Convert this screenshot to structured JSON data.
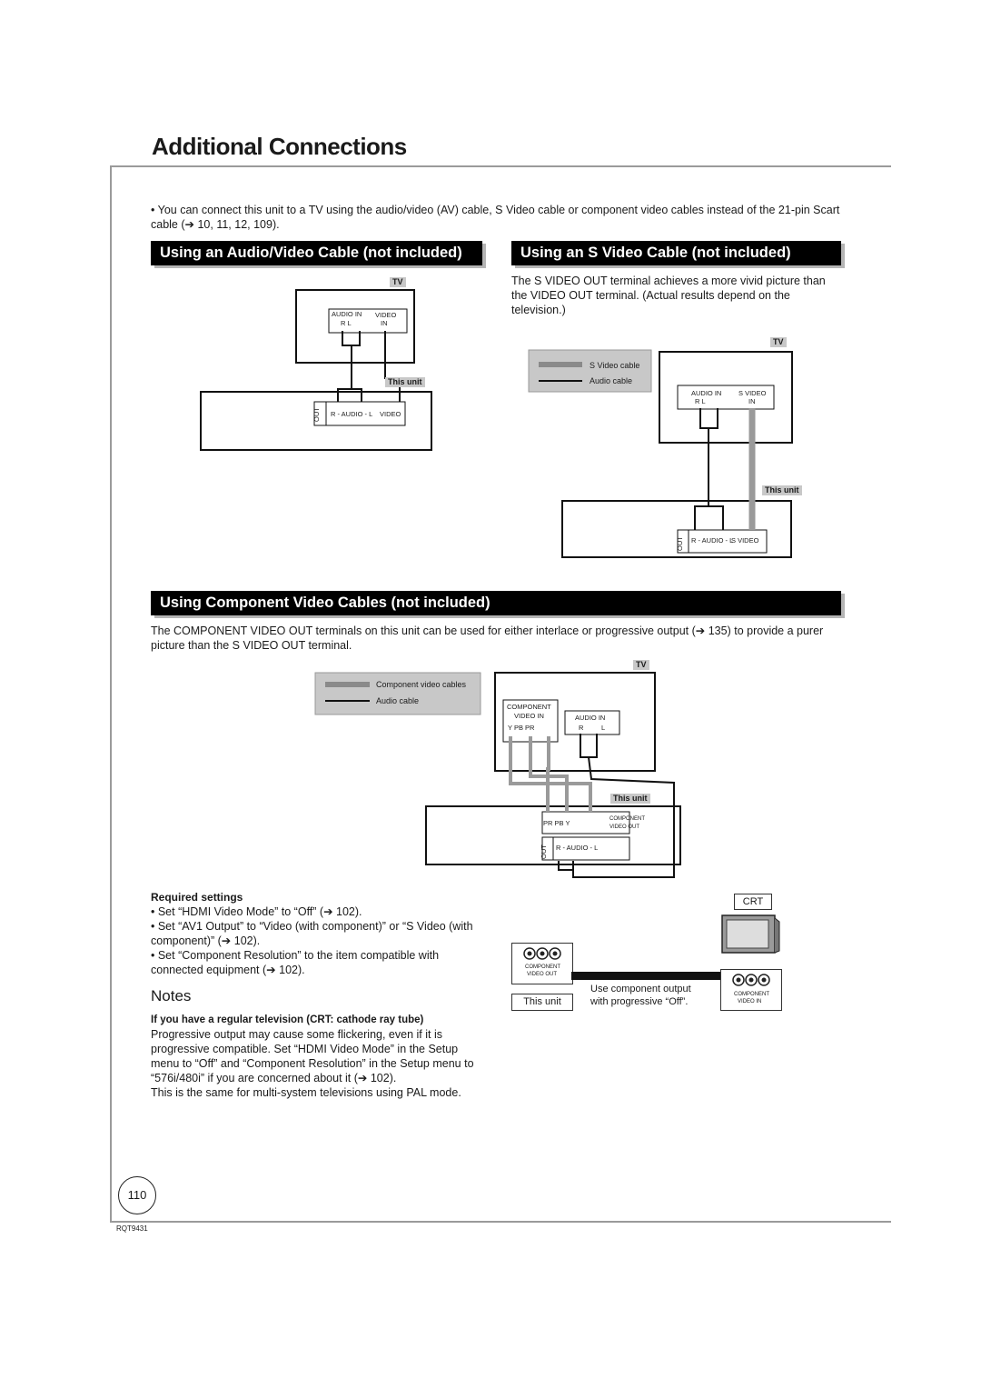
{
  "page": {
    "title": "Additional Connections",
    "intro": "• You can connect this unit to a TV using the audio/video (AV) cable, S Video cable or component video cables instead of the 21-pin Scart cable (➔ 10, 11, 12, 109).",
    "page_number": "110",
    "doc_code": "RQT9431"
  },
  "sections": {
    "av": {
      "heading": "Using an Audio/Video Cable (not included)"
    },
    "svideo": {
      "heading": "Using an S Video Cable (not included)",
      "text": "The S VIDEO OUT terminal achieves a more vivid picture than the VIDEO OUT terminal. (Actual results depend on the television.)"
    },
    "component": {
      "heading": "Using Component Video Cables (not included)",
      "text": "The COMPONENT VIDEO OUT terminals on this unit can be used for either interlace or progressive output (➔ 135) to provide a purer picture than the S VIDEO OUT terminal."
    }
  },
  "diagram_labels": {
    "tv": "TV",
    "this_unit": "This unit",
    "audio_in": "AUDIO IN",
    "r_l": "R   L",
    "r": "R",
    "l": "L",
    "video": "VIDEO",
    "in": "IN",
    "out": "OUT",
    "r_audio_l": "R - AUDIO - L",
    "s_video": "S VIDEO",
    "s_video_cable": "S Video cable",
    "audio_cable": "Audio cable",
    "component_video_cables": "Component video cables",
    "component": "COMPONENT",
    "video_in": "VIDEO IN",
    "video_out": "VIDEO OUT",
    "y_pb_pr": "Y  PB  PR",
    "pr_pb_y": "PR  PB  Y",
    "crt": "CRT",
    "use_component_output": "Use component output",
    "with_progressive_off": "with progressive “Off”."
  },
  "required_settings": {
    "heading": "Required settings",
    "items": [
      "• Set “HDMI Video Mode” to “Off” (➔ 102).",
      "• Set “AV1 Output” to “Video (with component)” or “S Video (with component)” (➔ 102).",
      "• Set “Component Resolution” to the item compatible with connected equipment (➔ 102)."
    ]
  },
  "notes": {
    "heading": "Notes",
    "subheading": "If you have a regular television (CRT: cathode ray tube)",
    "body": "Progressive output may cause some flickering, even if it is progressive compatible. Set “HDMI Video Mode” in the Setup menu to “Off” and “Component Resolution” in the Setup menu to “576i/480i” if you are concerned about it (➔ 102).",
    "footer": "This is the same for multi-system televisions using PAL mode."
  },
  "colors": {
    "heading_bar": "#000000",
    "cable_gray": "#9a9a9a",
    "tag_gray": "#c8c8c8"
  }
}
